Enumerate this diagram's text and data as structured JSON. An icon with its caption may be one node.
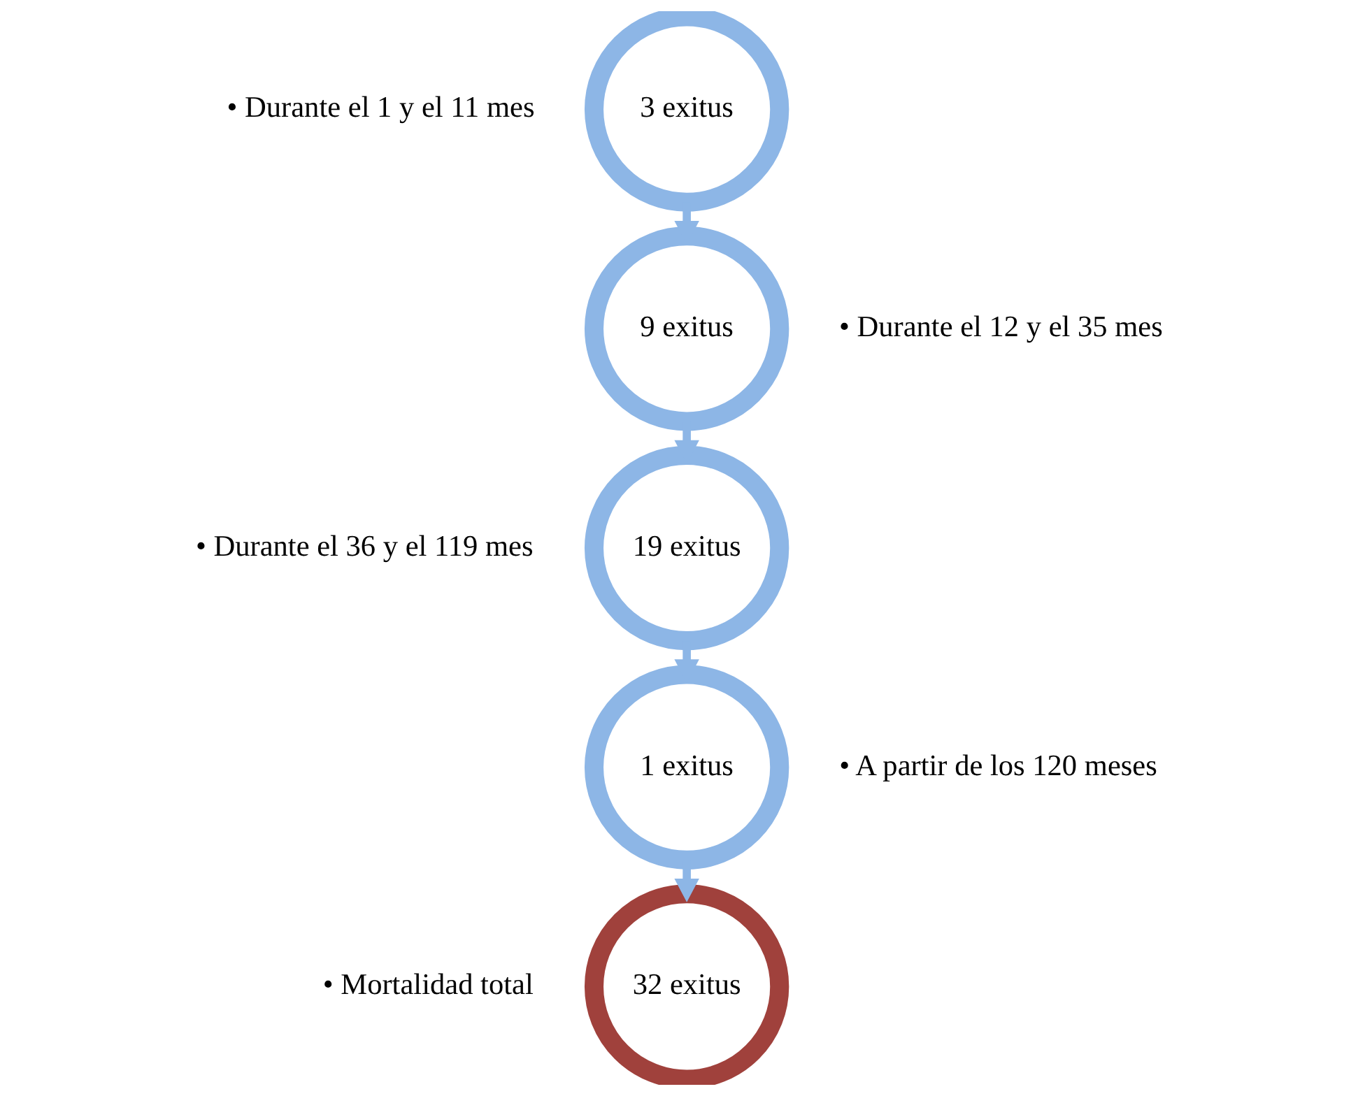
{
  "diagram": {
    "nodes": [
      {
        "text": [
          "3 exitus"
        ],
        "beside": [
          "• Durante el 1 y el 11 mes"
        ]
      },
      {
        "text": [
          "9 exitus"
        ],
        "beside": [
          "• Durante el 12 y el 35 mes"
        ]
      },
      {
        "text": [
          "19 exitus"
        ],
        "beside": [
          "• Durante el 36 y el 119 mes"
        ]
      },
      {
        "text": [
          "1 exitus"
        ],
        "beside": [
          "• A partir de los 120 meses"
        ]
      },
      {
        "text": [
          "32 exitus"
        ],
        "beside": [
          "• Mortalidad total"
        ]
      }
    ],
    "edges": [
      {
        "from": 0,
        "to": 1,
        "arrow": "to"
      },
      {
        "from": 1,
        "to": 2,
        "arrow": "to"
      },
      {
        "from": 2,
        "to": 3,
        "arrow": "to"
      },
      {
        "from": 3,
        "to": 4,
        "arrow": "to"
      }
    ]
  }
}
